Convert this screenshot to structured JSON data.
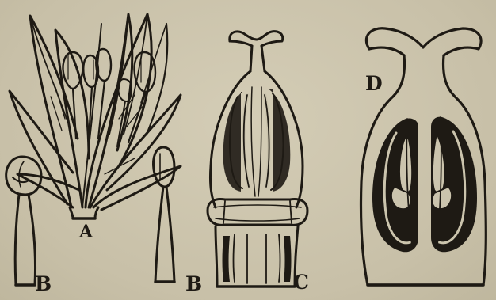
{
  "figure": {
    "labels": {
      "a": "A",
      "b_left": "B",
      "b_right": "B",
      "c": "C",
      "d": "D"
    },
    "colors": {
      "ink": "#1e1a14",
      "paper": "#cbc4ad"
    }
  }
}
